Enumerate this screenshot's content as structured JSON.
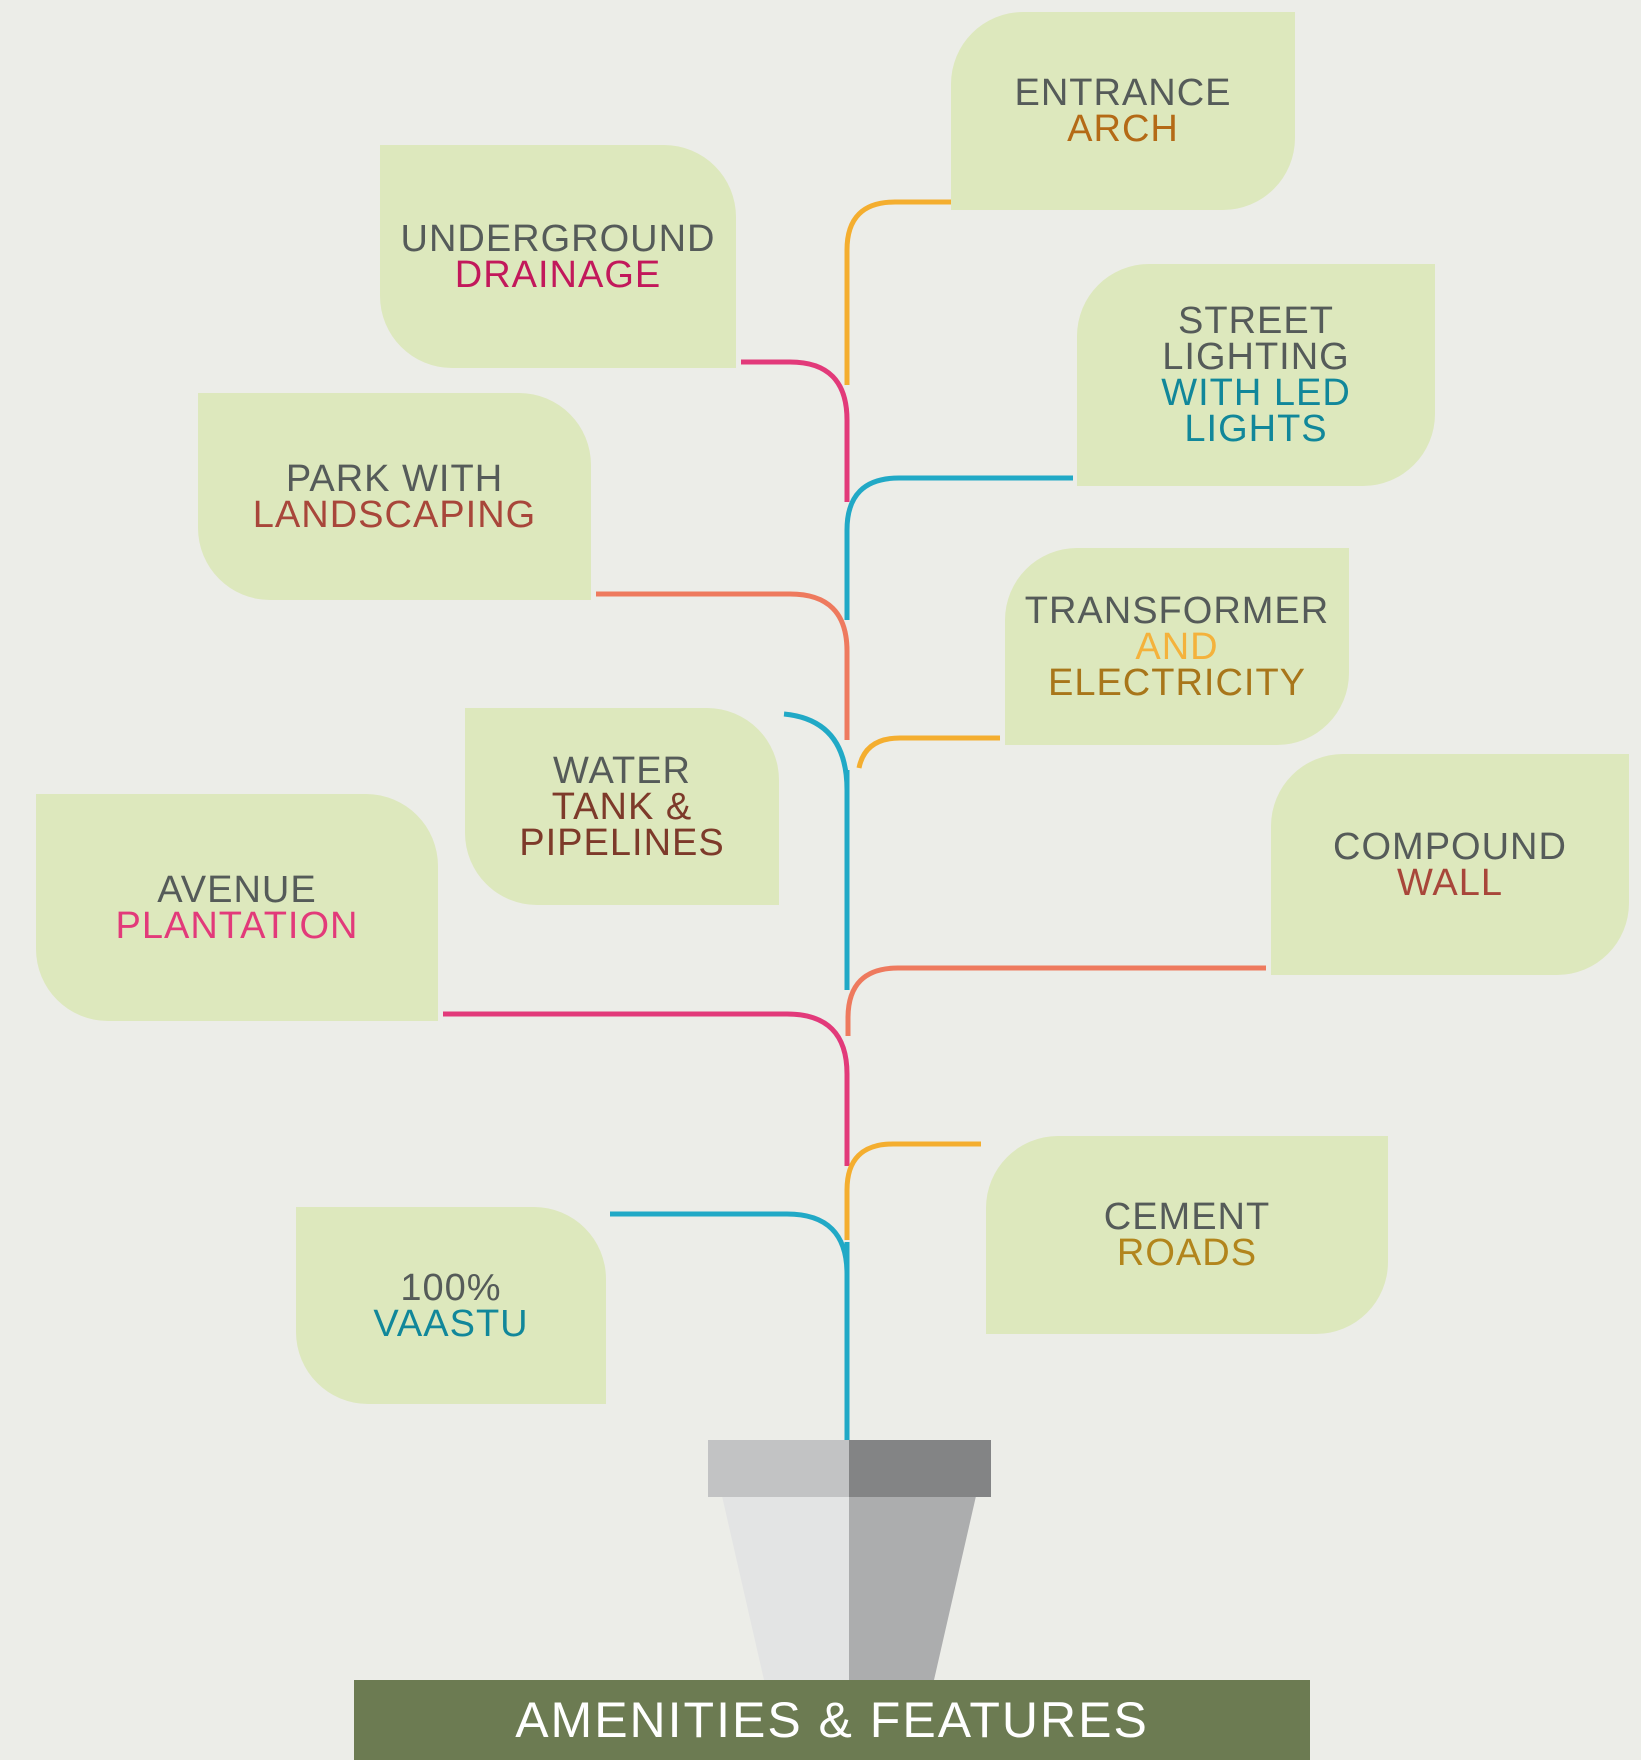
{
  "leaves": {
    "entrance_arch": {
      "lines": [
        {
          "text": "ENTRANCE",
          "color": "#555b59"
        },
        {
          "text": "ARCH",
          "color": "#b46a16"
        }
      ]
    },
    "underground_drainage": {
      "lines": [
        {
          "text": "UNDERGROUND",
          "color": "#555b59"
        },
        {
          "text": "DRAINAGE",
          "color": "#c2185b"
        }
      ]
    },
    "street_lighting": {
      "lines": [
        {
          "text": "STREET",
          "color": "#555b59"
        },
        {
          "text": "LIGHTING",
          "color": "#555b59"
        },
        {
          "text": "WITH LED",
          "color": "#11879a"
        },
        {
          "text": "LIGHTS",
          "color": "#11879a"
        }
      ]
    },
    "park_landscaping": {
      "lines": [
        {
          "text": "PARK WITH",
          "color": "#555b59"
        },
        {
          "text": "LANDSCAPING",
          "color": "#a8463a"
        }
      ]
    },
    "transformer": {
      "lines": [
        {
          "text": "TRANSFORMER",
          "color": "#555b59"
        },
        {
          "text": "AND",
          "color": "#f4b23c"
        },
        {
          "text": "ELECTRICITY",
          "color": "#a8761a"
        }
      ]
    },
    "water_tank": {
      "lines": [
        {
          "text": "WATER",
          "color": "#555b59"
        },
        {
          "text": "TANK &",
          "color": "#7d3a2a"
        },
        {
          "text": "PIPELINES",
          "color": "#7d3a2a"
        }
      ]
    },
    "compound_wall": {
      "lines": [
        {
          "text": "COMPOUND",
          "color": "#555b59"
        },
        {
          "text": "WALL",
          "color": "#a8463a"
        }
      ]
    },
    "avenue_plantation": {
      "lines": [
        {
          "text": "AVENUE",
          "color": "#555b59"
        },
        {
          "text": "PLANTATION",
          "color": "#e23a7a"
        }
      ]
    },
    "cement_roads": {
      "lines": [
        {
          "text": "CEMENT",
          "color": "#555b59"
        },
        {
          "text": "ROADS",
          "color": "#b2851c"
        }
      ]
    },
    "vaastu": {
      "lines": [
        {
          "text": "100%",
          "color": "#555b59"
        },
        {
          "text": "VAASTU",
          "color": "#11879a"
        }
      ]
    }
  },
  "branch_colors": {
    "orange": "#f4ae2f",
    "magenta": "#e23a7a",
    "teal": "#21a9c6",
    "coral": "#ee7a5e"
  },
  "pot_colors": {
    "rim_light": "#c2c3c4",
    "rim_dark": "#838485",
    "body_light": "#e3e4e4",
    "body_dark": "#acadae"
  },
  "banner": {
    "text": "AMENITIES & FEATURES",
    "color": "#6c7b52"
  }
}
